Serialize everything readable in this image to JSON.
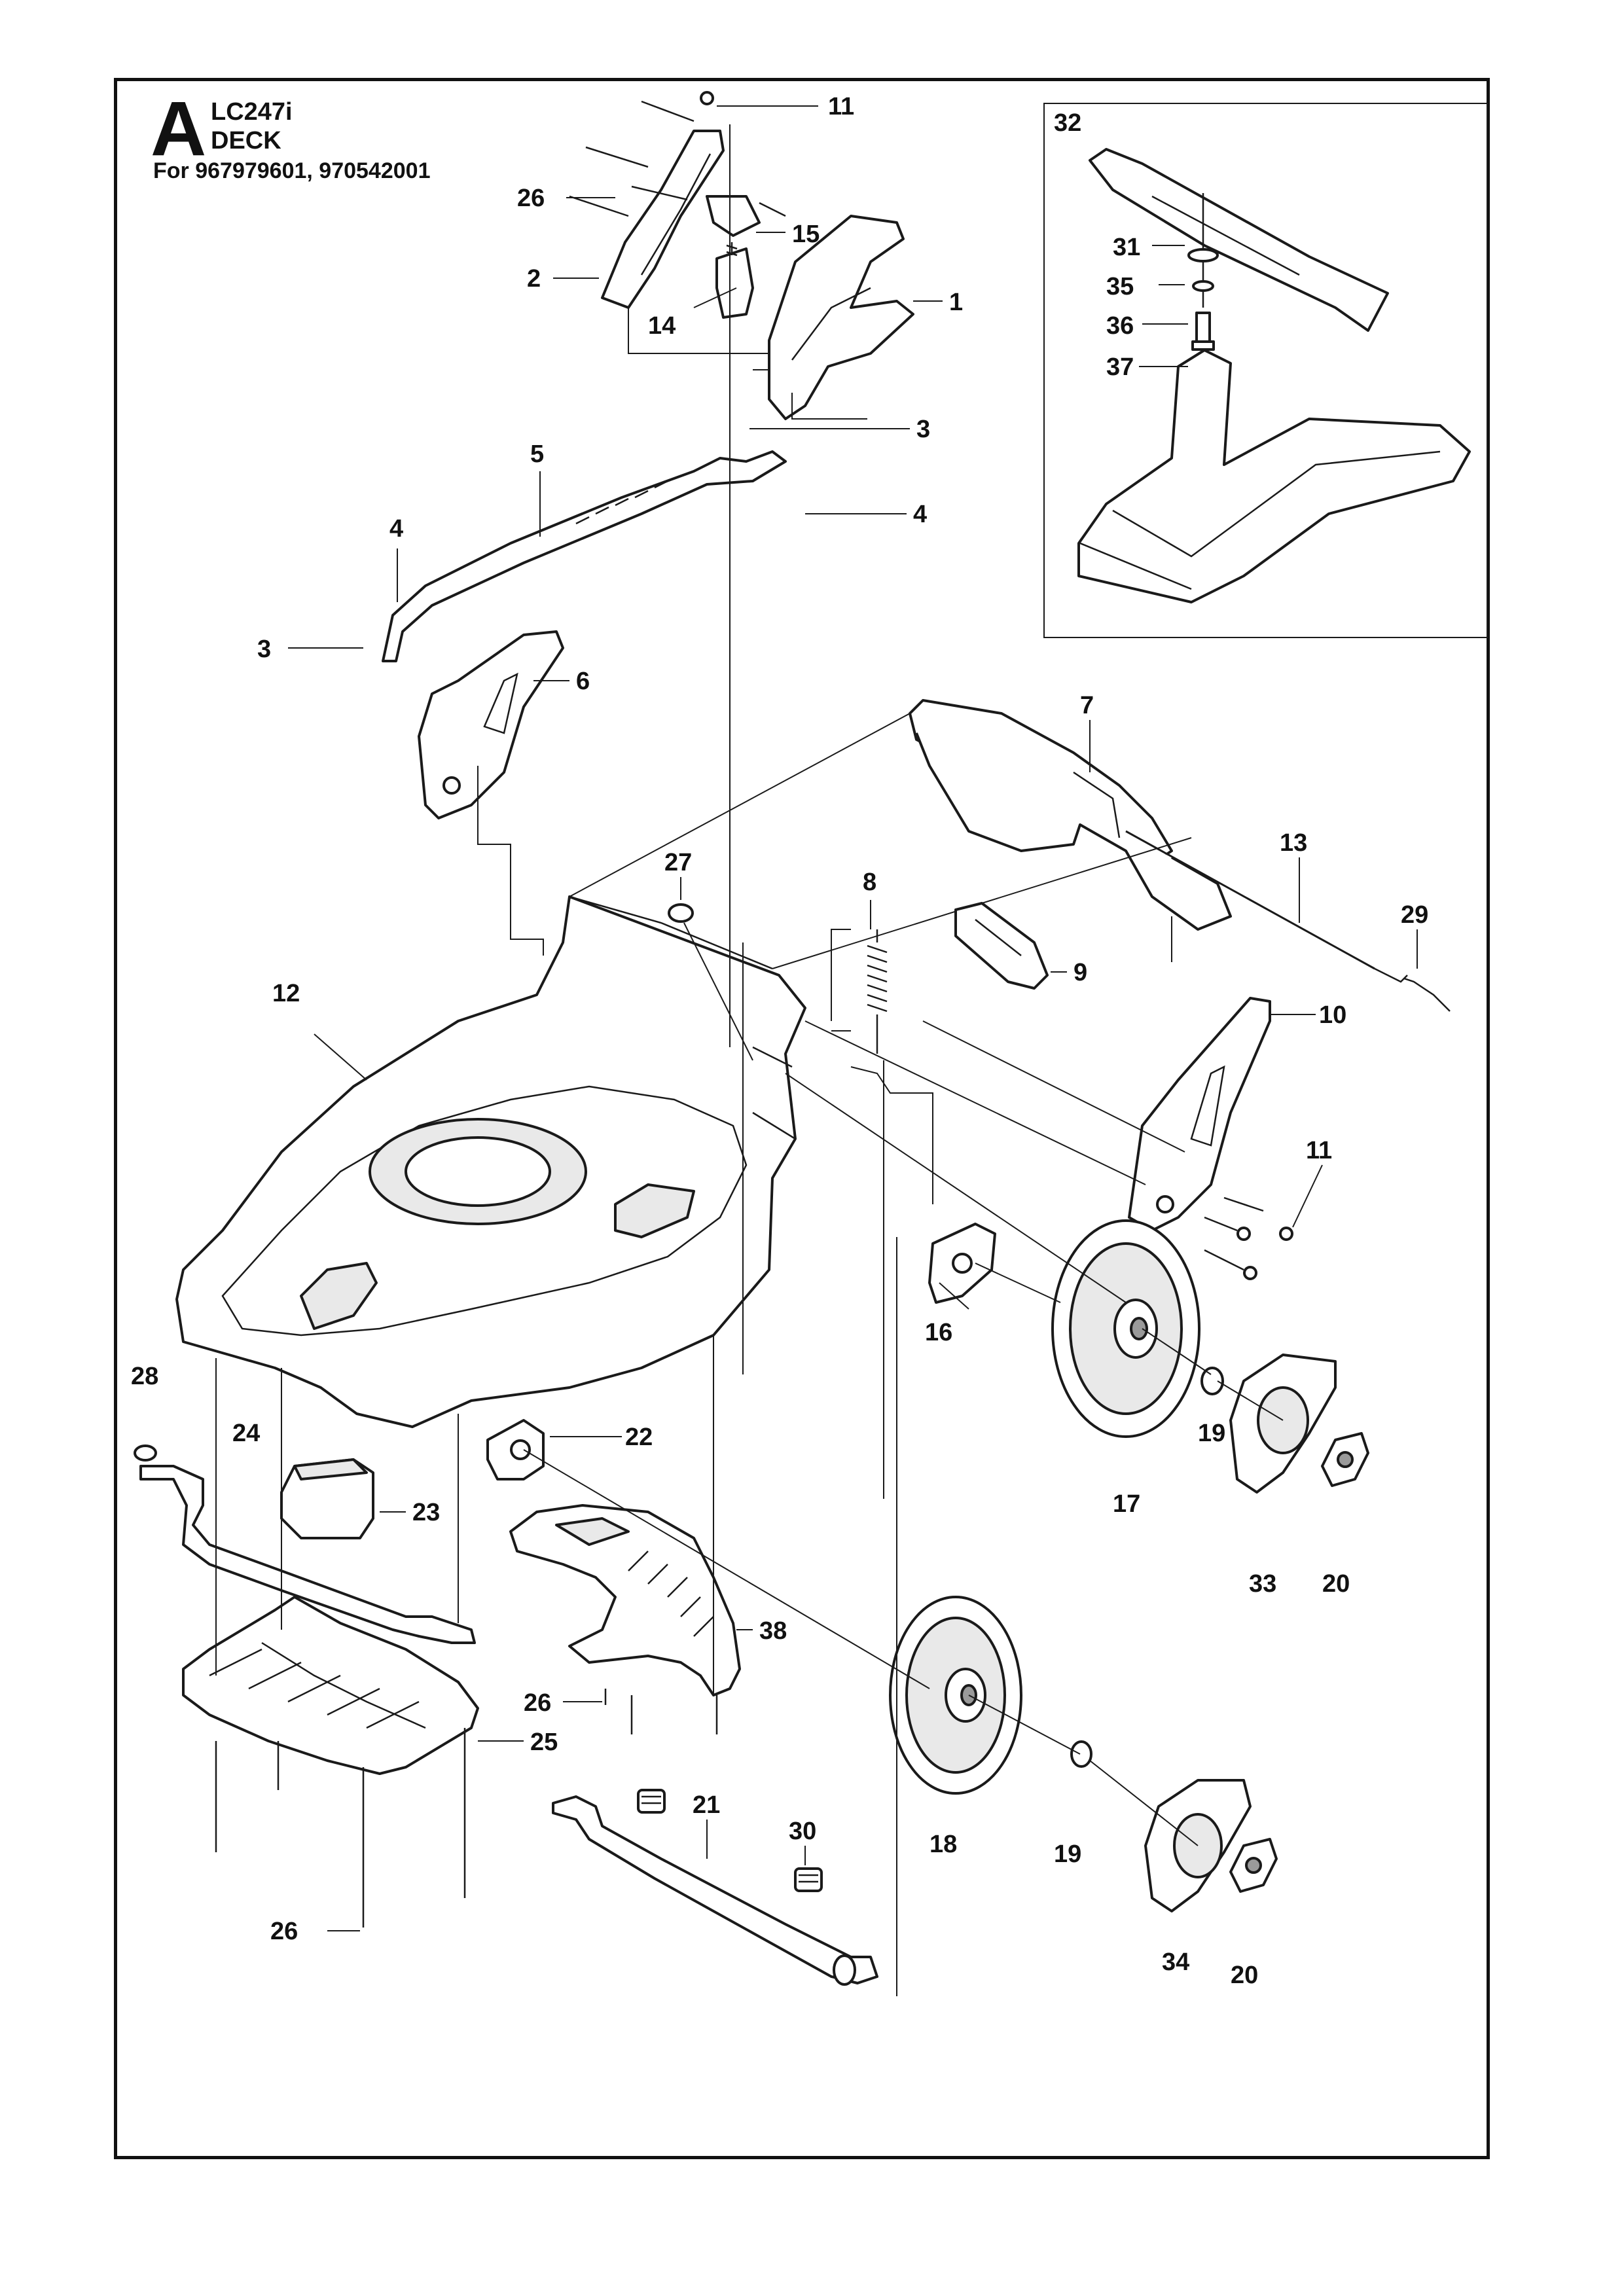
{
  "header": {
    "section_letter": "A",
    "model": "LC247i",
    "section_title": "DECK",
    "applies_to": "For 967979601, 970542001"
  },
  "callouts": {
    "c1": "1",
    "c2": "2",
    "c3a": "3",
    "c3b": "3",
    "c4a": "4",
    "c4b": "4",
    "c5": "5",
    "c6": "6",
    "c7": "7",
    "c8": "8",
    "c9": "9",
    "c10": "10",
    "c11a": "11",
    "c11b": "11",
    "c12": "12",
    "c13": "13",
    "c14": "14",
    "c15": "15",
    "c16": "16",
    "c17": "17",
    "c18": "18",
    "c19a": "19",
    "c19b": "19",
    "c20a": "20",
    "c20b": "20",
    "c21": "21",
    "c22": "22",
    "c23": "23",
    "c24": "24",
    "c25": "25",
    "c26a": "26",
    "c26b": "26",
    "c26c": "26",
    "c27": "27",
    "c28": "28",
    "c29": "29",
    "c30": "30",
    "c31": "31",
    "c32": "32",
    "c33": "33",
    "c34": "34",
    "c35": "35",
    "c36": "36",
    "c37": "37",
    "c38": "38"
  },
  "colors": {
    "line": "#1a1a1a",
    "fill_light": "#e9e9e9",
    "fill_dark": "#9a9a9a",
    "background": "#ffffff"
  }
}
